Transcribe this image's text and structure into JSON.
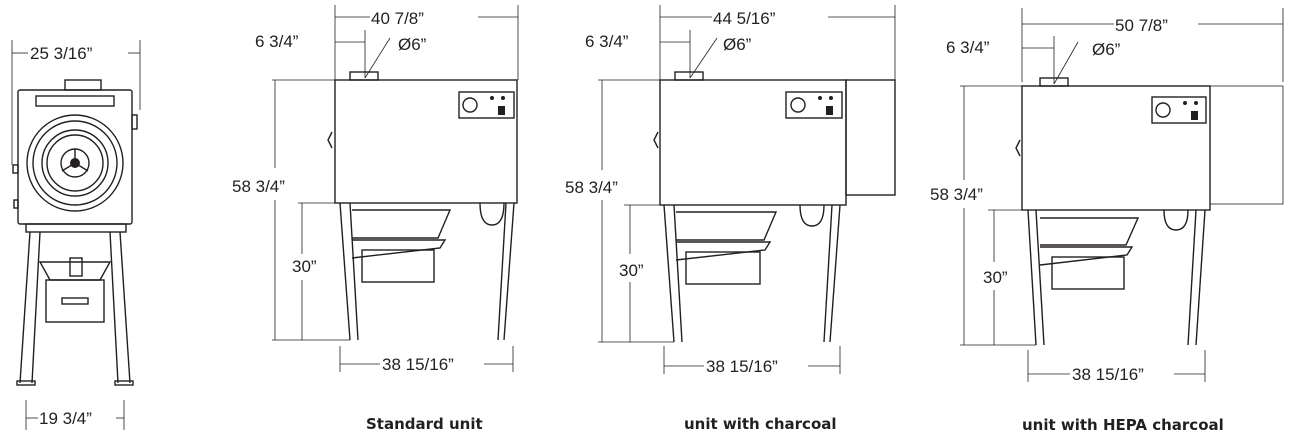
{
  "front_view": {
    "width_top": "25 3/16”",
    "width_bottom": "19 3/4”"
  },
  "views": [
    {
      "caption": "Standard unit",
      "overall_width": "40 7/8”",
      "duct_offset": "6 3/4”",
      "duct_diameter": "Ø6”",
      "height": "58 3/4”",
      "leg_height": "30”",
      "base_width": "38 15/16”"
    },
    {
      "caption": "unit with charcoal",
      "overall_width": "44 5/16”",
      "duct_offset": "6 3/4”",
      "duct_diameter": "Ø6”",
      "height": "58 3/4”",
      "leg_height": "30”",
      "base_width": "38 15/16”"
    },
    {
      "caption": "unit with HEPA charcoal",
      "overall_width": "50 7/8”",
      "duct_offset": "6 3/4”",
      "duct_diameter": "Ø6”",
      "height": "58 3/4”",
      "leg_height": "30”",
      "base_width": "38 15/16”"
    }
  ]
}
